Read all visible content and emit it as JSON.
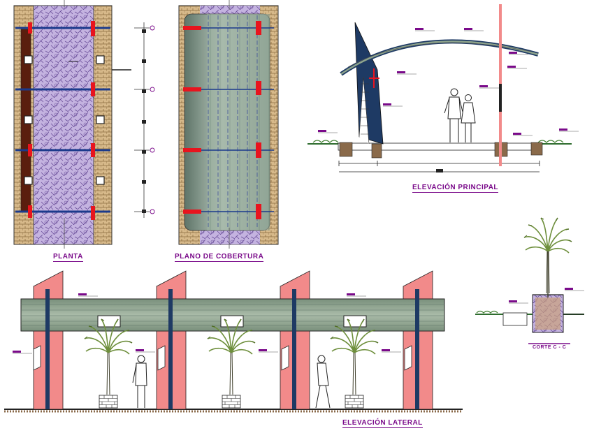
{
  "labels": {
    "planta": "PLANTA",
    "plano_cobertura": "PLANO DE COBERTURA",
    "elevacion_principal": "ELEVACIÓN PRINCIPAL",
    "elevacion_lateral": "ELEVACIÓN LATERAL",
    "corte": "CORTE C - C"
  },
  "colors": {
    "brick": "#c9a878",
    "paving": "#b9a6d6",
    "red_mark": "#e8141e",
    "blue_beam": "#1b3a8c",
    "pink_wall": "#f28a8a",
    "roof_green": "#8ea48c",
    "dark_navy": "#1e3a64",
    "label_purple": "#7a0a8a",
    "plant_green": "#6e8f3c"
  }
}
